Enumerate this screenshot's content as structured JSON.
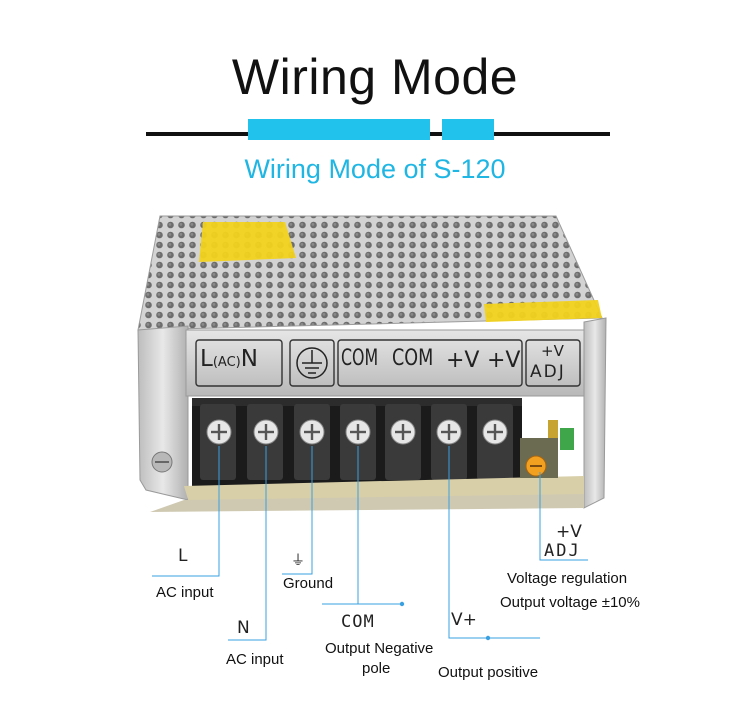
{
  "header": {
    "title": "Wiring Mode",
    "subtitle": "Wiring Mode of S-120"
  },
  "panel": {
    "terminal_labels": {
      "l_ac_n_prefix": "L",
      "l_ac_n_sub": "(AC)",
      "l_ac_n_suffix": "N",
      "com1": "COM",
      "com2": "COM",
      "v1": "+V",
      "v2": "+V",
      "adj_top": "+V",
      "adj_bottom": "ADJ"
    }
  },
  "labels": {
    "l": {
      "symbol": "L",
      "desc": "AC input"
    },
    "n": {
      "symbol": "N",
      "desc": "AC input"
    },
    "ground": {
      "symbol": "⏚",
      "desc": "Ground"
    },
    "com": {
      "symbol": "COM",
      "desc_line1": "Output Negative",
      "desc_line2": "pole"
    },
    "vplus": {
      "symbol": "V+",
      "desc": "Output positive"
    },
    "adj": {
      "symbol_top": "+V",
      "symbol_bottom": "ADJ",
      "desc_line1": "Voltage regulation",
      "desc_line2": "Output voltage ±10%"
    }
  },
  "colors": {
    "accent": "#21c3ec",
    "subtitle": "#1fb6e4",
    "leader_line": "#3aa0e0",
    "text": "#111111",
    "metal": "#c9c9c9",
    "terminal_block": "#1b1b1b",
    "warning_label": "#f2d21c"
  }
}
